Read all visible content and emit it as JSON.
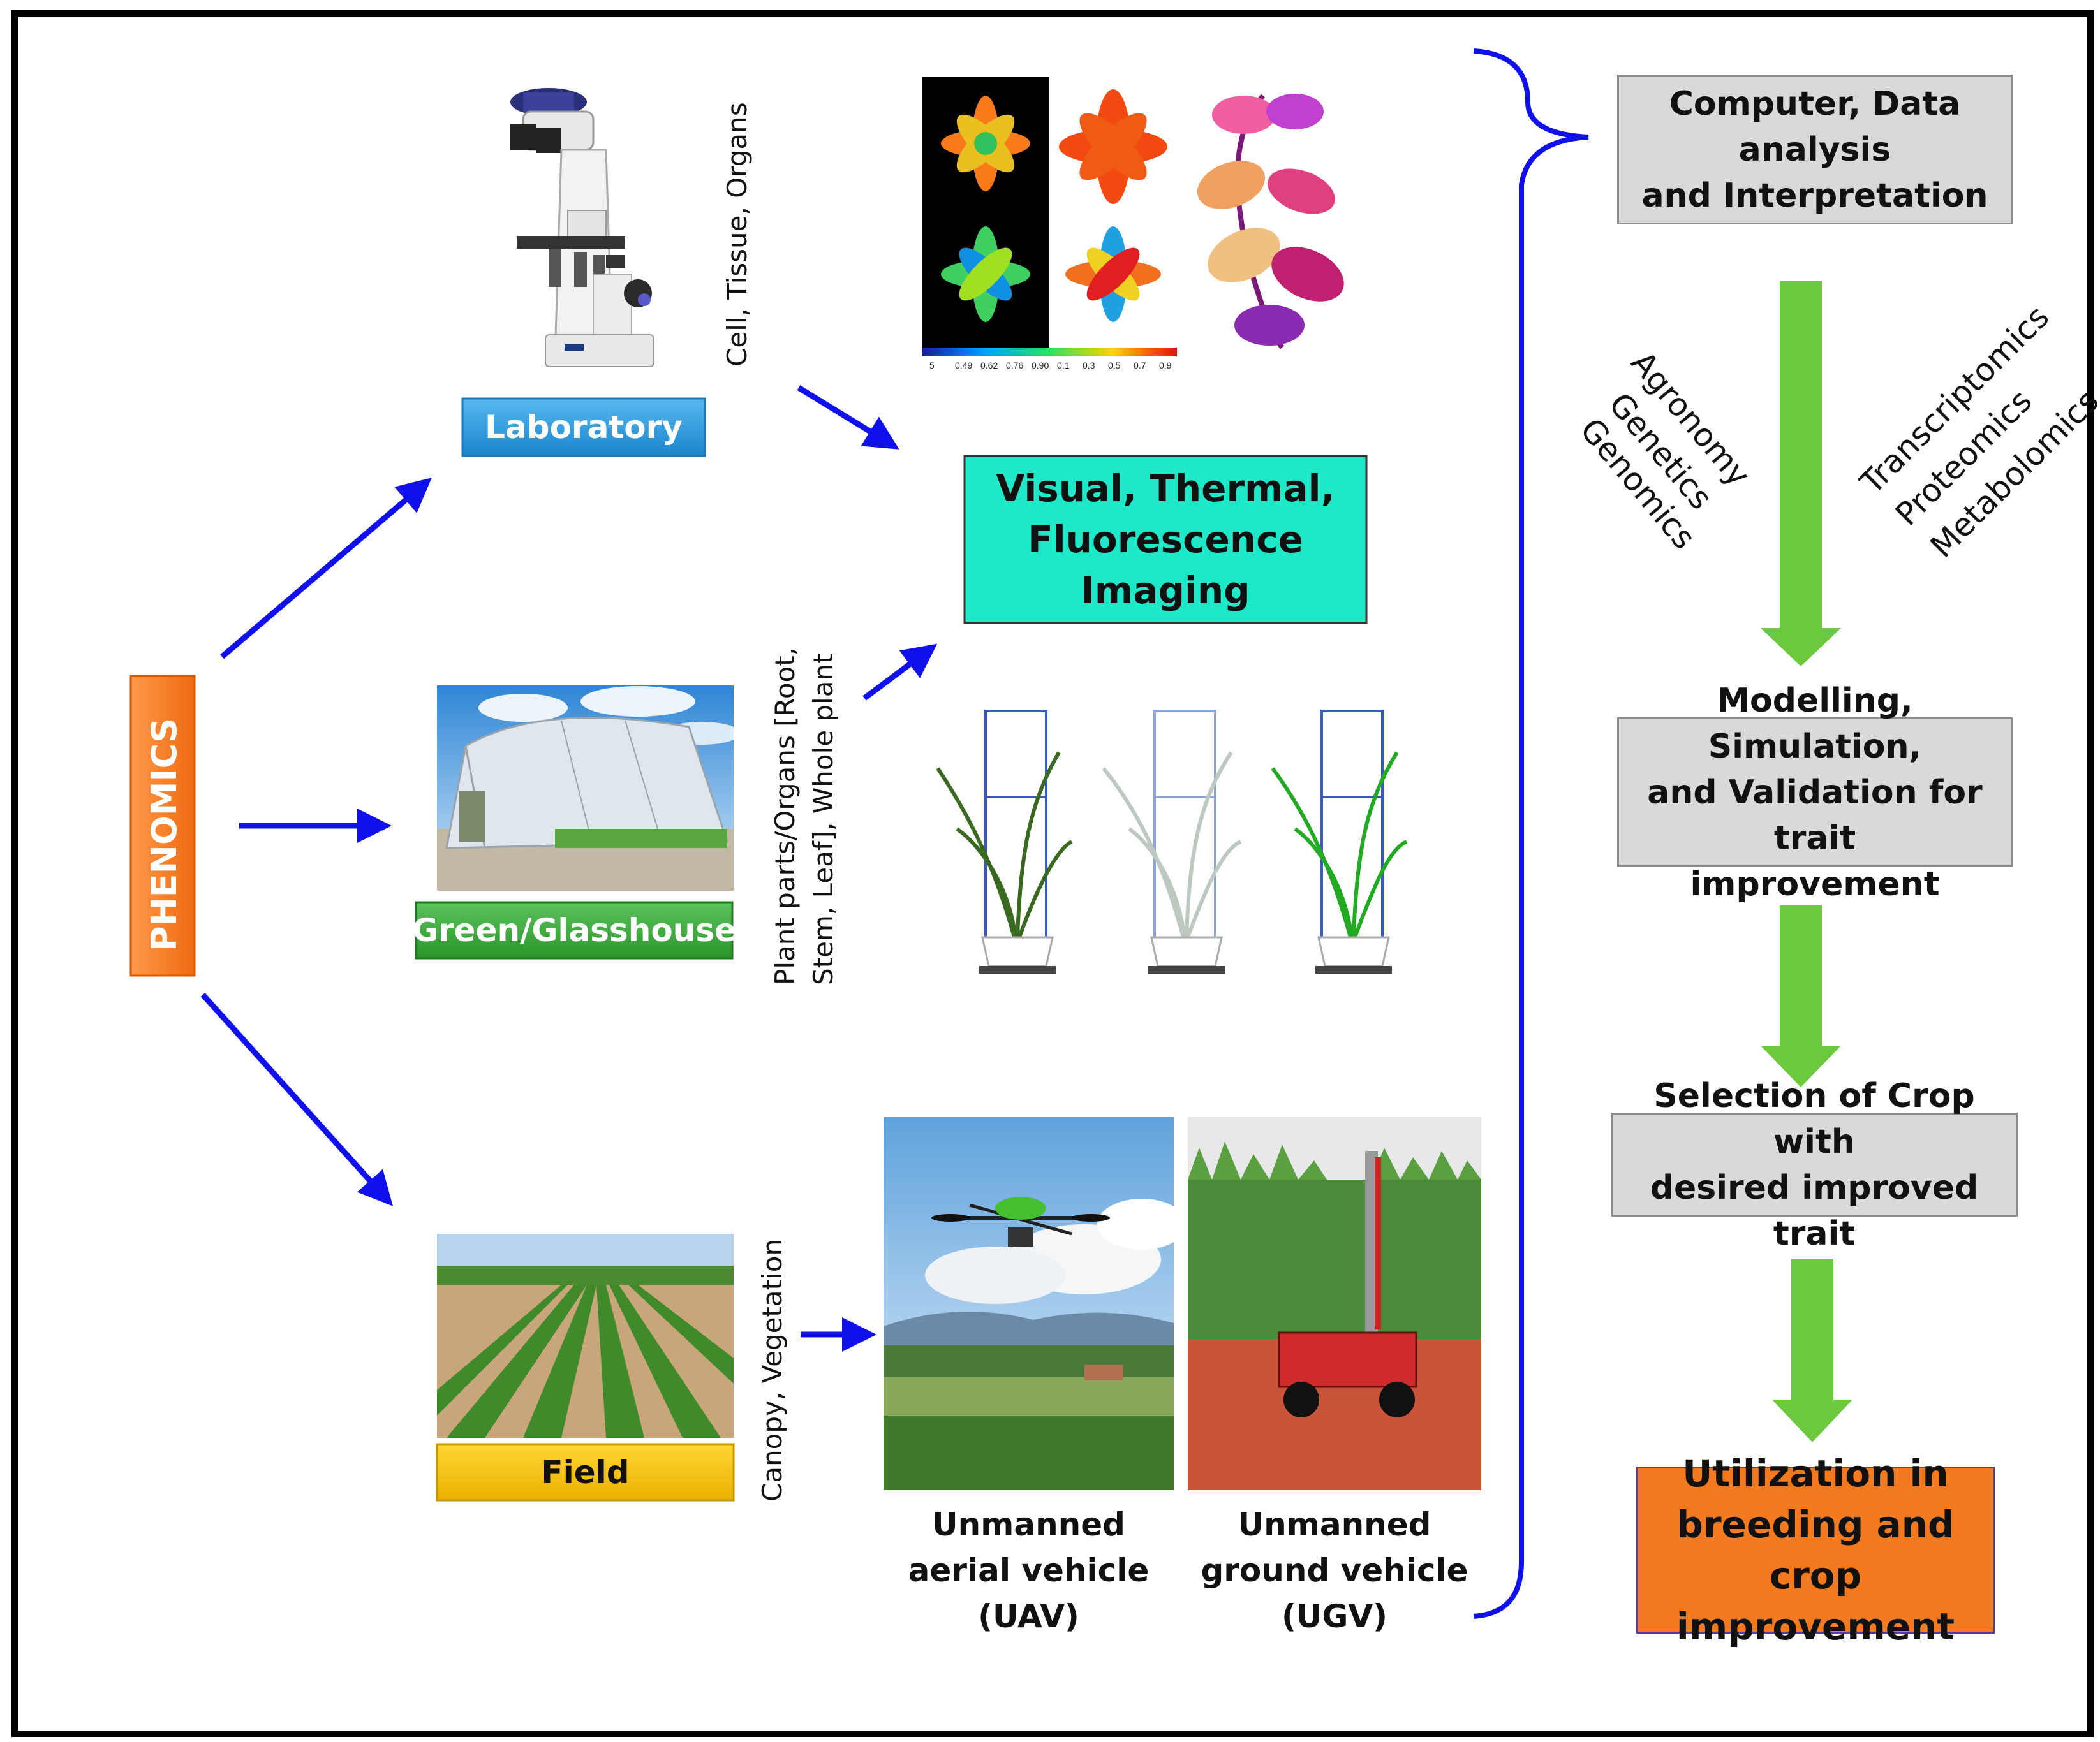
{
  "phenomics": {
    "label": "PHENOMICS",
    "color": "#f47a20"
  },
  "platforms": {
    "laboratory": {
      "label": "Laboratory",
      "color": "#2b9be0"
    },
    "greenhouse": {
      "label": "Green/Glasshouse",
      "color": "#3dae3d"
    },
    "field": {
      "label": "Field",
      "color": "#f5bf00"
    }
  },
  "scales": {
    "lab": "Cell, Tissue, Organs",
    "greenhouse_line1": "Plant parts/Organs [Root,",
    "greenhouse_line2": "Stem, Leaf], Whole plant",
    "field": "Canopy, Vegetation"
  },
  "imaging": {
    "line1": "Visual, Thermal,",
    "line2": "Fluorescence",
    "line3": "Imaging",
    "color": "#1de9c9"
  },
  "colorbar": {
    "ticks_left": [
      "5",
      "0.49",
      "0.62",
      "0.76",
      "0.90"
    ],
    "ticks_right": [
      "0.1",
      "0.3",
      "0.5",
      "0.7",
      "0.9"
    ]
  },
  "vehicles": {
    "uav": {
      "line1": "Unmanned",
      "line2": "aerial vehicle",
      "line3": "(UAV)"
    },
    "ugv": {
      "line1": "Unmanned",
      "line2": "ground vehicle",
      "line3": "(UGV)"
    }
  },
  "pipeline": {
    "step1": {
      "line1": "Computer, Data",
      "line2": "analysis",
      "line3": "and Interpretation"
    },
    "step2": {
      "line1": "Modelling, Simulation,",
      "line2": "and Validation for trait",
      "line3": "improvement"
    },
    "step3": {
      "line1": "Selection of Crop with",
      "line2": "desired improved trait"
    },
    "step4": {
      "line1": "Utilization in",
      "line2": "breeding and crop",
      "line3": "improvement",
      "color": "#f47a20"
    }
  },
  "omics": {
    "left": [
      "Agronomy",
      "Genetics",
      "Genomics"
    ],
    "right": [
      "Transcriptomics",
      "Proteomics",
      "Metabolomics"
    ]
  },
  "colors": {
    "arrow": "#1010ee",
    "green_arrow": "#6cc83c",
    "brace": "#1010ee"
  },
  "icons": [
    "microscope-icon",
    "greenhouse-photo",
    "field-photo",
    "plant-fluorescence-images",
    "potted-plant-images",
    "drone-photo",
    "ground-robot-photo"
  ]
}
